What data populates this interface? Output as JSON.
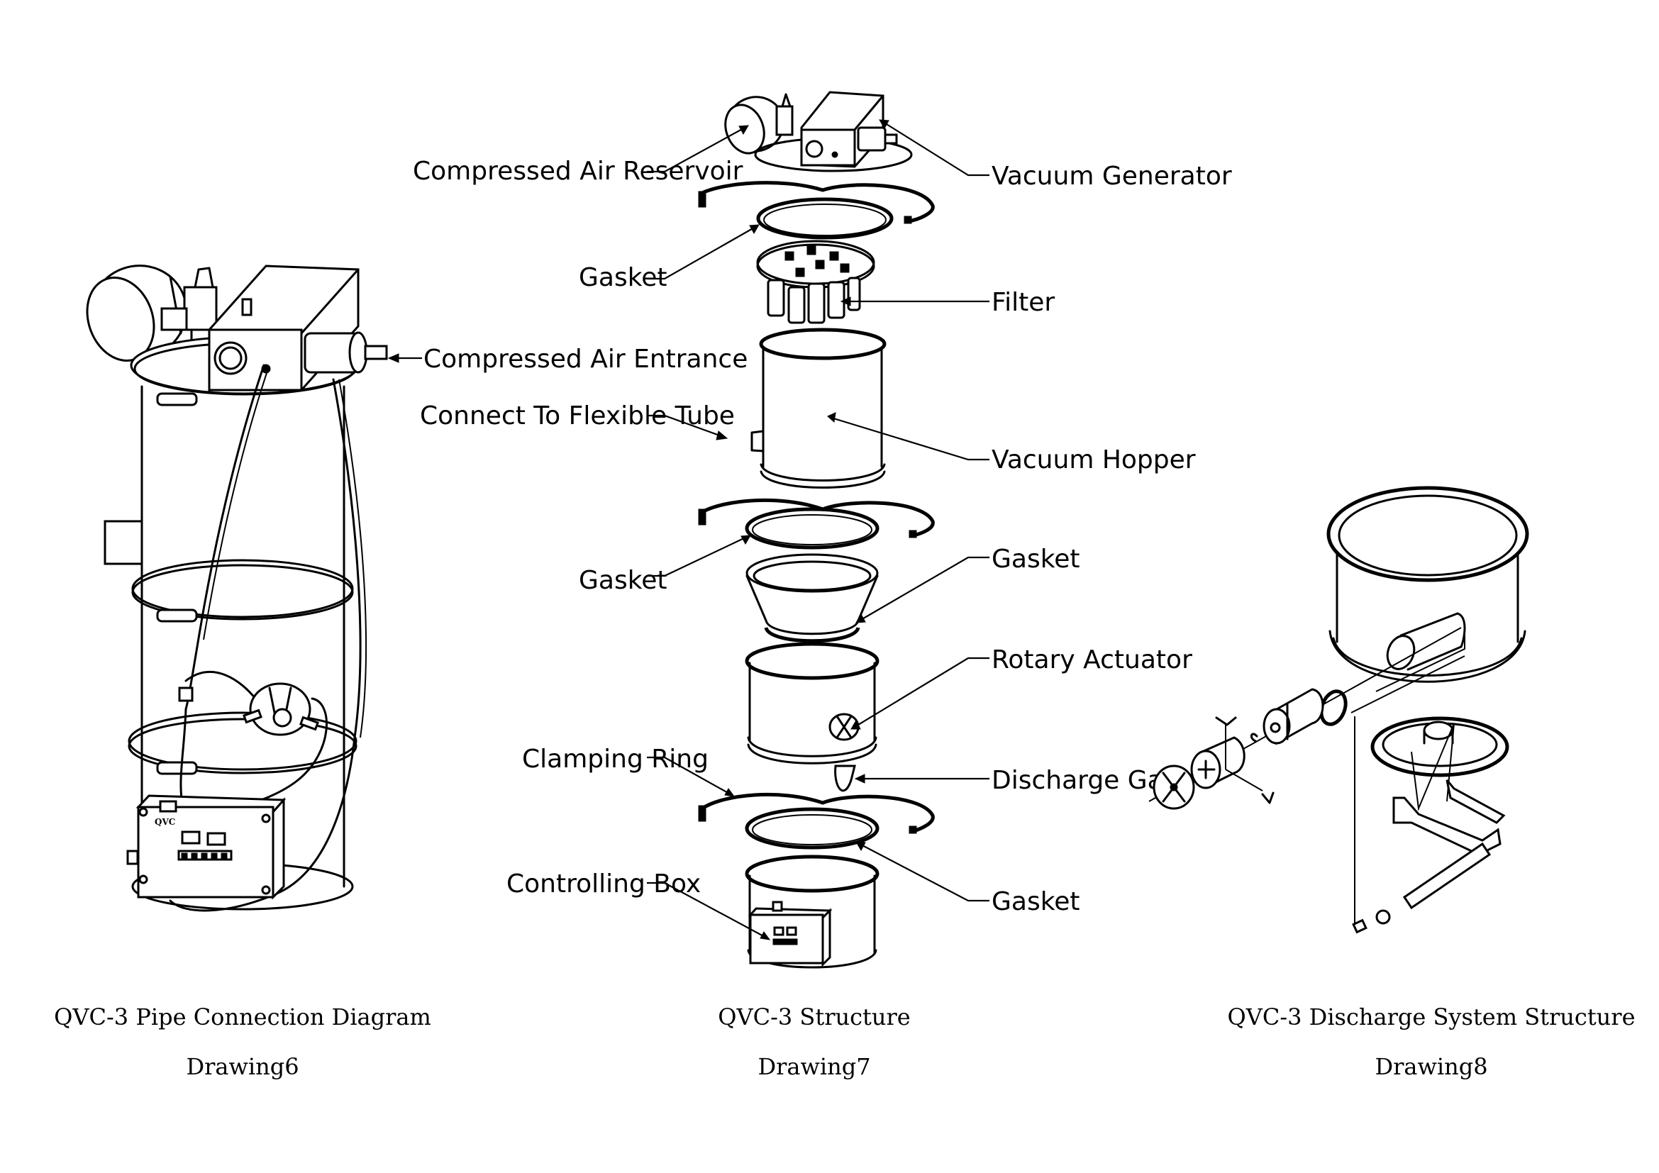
{
  "drawings": [
    {
      "id": "drawing6",
      "title": "QVC-3 Pipe Connection Diagram",
      "number": "Drawing6",
      "labels": {
        "compressed_air_entrance": "Compressed Air Entrance"
      },
      "controller_brand": "QVC"
    },
    {
      "id": "drawing7",
      "title": "QVC-3 Structure",
      "number": "Drawing7",
      "labels": {
        "compressed_air_reservoir": "Compressed Air Reservoir",
        "vacuum_generator": "Vacuum Generator",
        "gasket_top": "Gasket",
        "filter": "Filter",
        "connect_to_flexible_tube": "Connect To Flexible Tube",
        "vacuum_hopper": "Vacuum Hopper",
        "gasket_middle_left": "Gasket",
        "gasket_middle_right": "Gasket",
        "rotary_actuator": "Rotary Actuator",
        "clamping_ring": "Clamping Ring",
        "discharge_gate": "Discharge Gate",
        "controlling_box": "Controlling Box",
        "gasket_bottom": "Gasket"
      }
    },
    {
      "id": "drawing8",
      "title": "QVC-3 Discharge System Structure",
      "number": "Drawing8"
    }
  ]
}
